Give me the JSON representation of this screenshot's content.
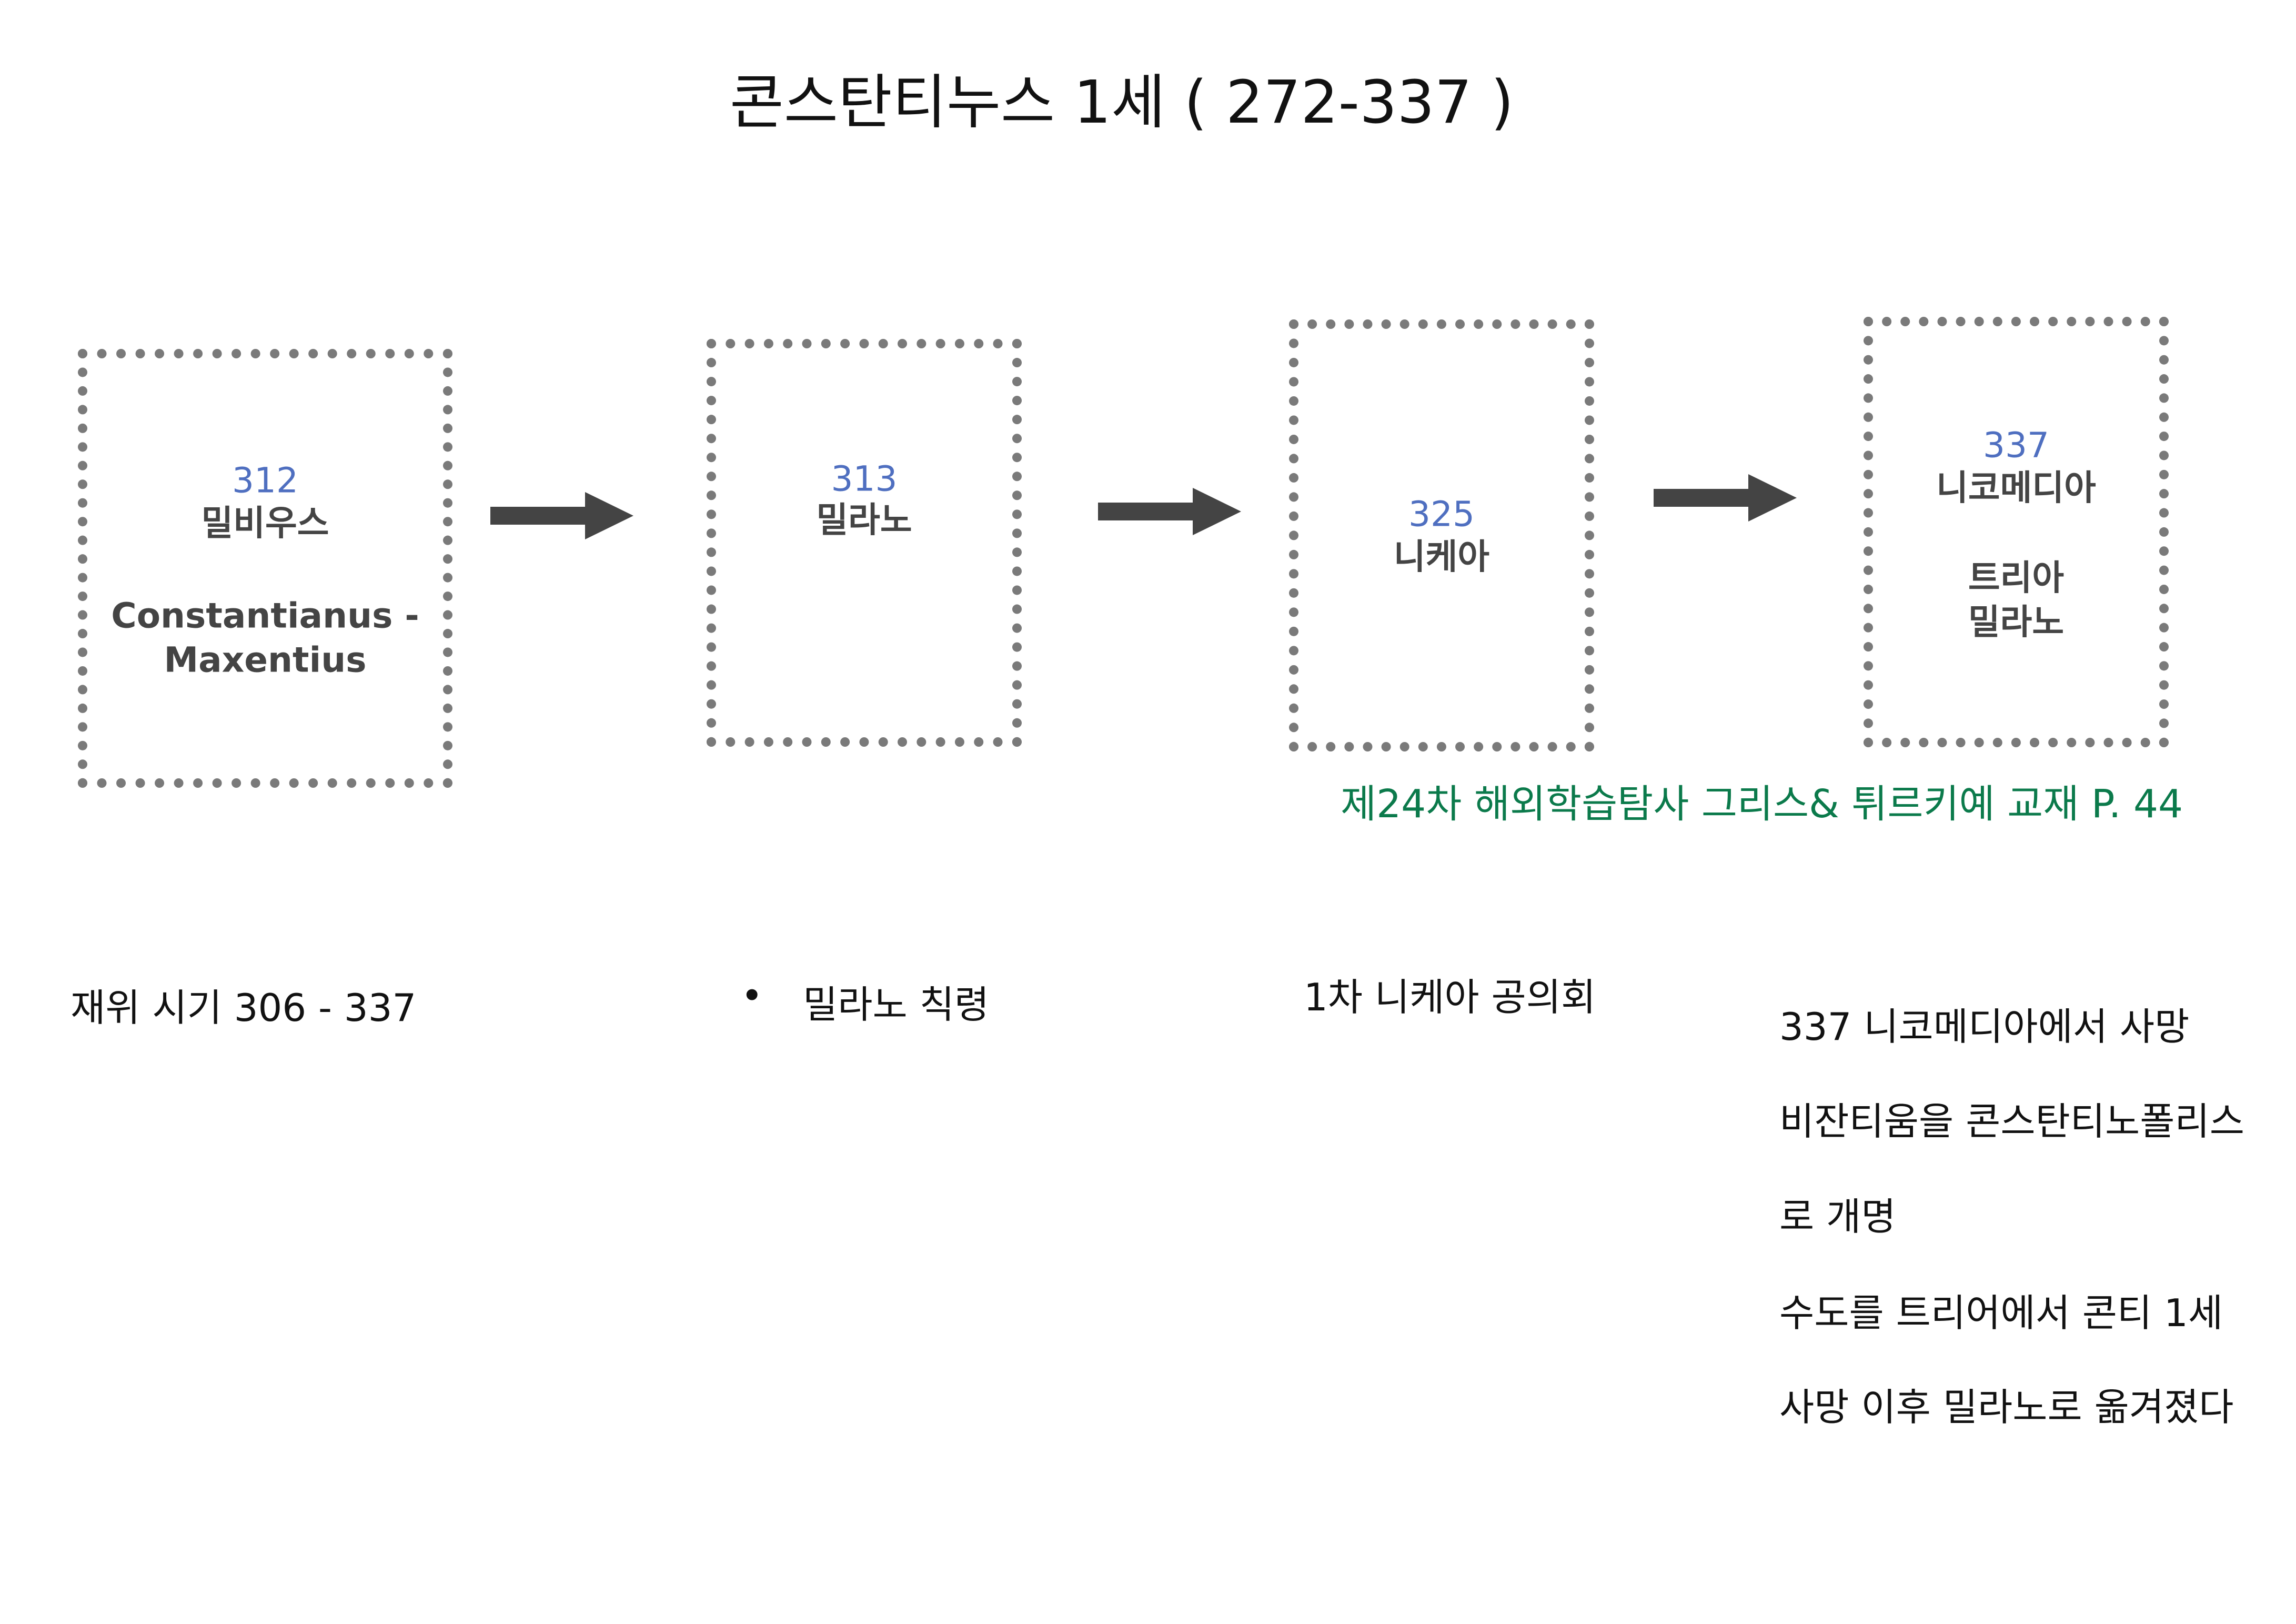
{
  "title": "콘스탄티누스 1세 ( 272-337 )",
  "boxes": [
    {
      "year": "312",
      "place": "밀비우스",
      "extra": [
        "Constantianus -",
        "Maxentius"
      ]
    },
    {
      "year": "313",
      "place": "밀라노"
    },
    {
      "year": "325",
      "place": "니케아"
    },
    {
      "year": "337",
      "place": "니코메디아",
      "extra": [
        "트리아",
        "밀라노"
      ]
    }
  ],
  "source": "제24차 해외학습탐사 그리스& 튀르키예 교재  P. 44",
  "notes": {
    "reign": "재위 시기 306 - 337",
    "bullet": "•",
    "milan": "밀라노 칙령",
    "nicaea": "1차 니케아 공의회",
    "death_lines": [
      "337 니코메디아에서 사망",
      "비잔티움을 콘스탄티노폴리스",
      "로 개명",
      "수도를 트리어에서 콘티 1세",
      "사망 이후 밀라노로 옮겨졌다"
    ]
  },
  "colors": {
    "year": "#4f6fc0",
    "source": "#0b7a4b",
    "border": "#7a7a7a",
    "arrow": "#444444"
  }
}
